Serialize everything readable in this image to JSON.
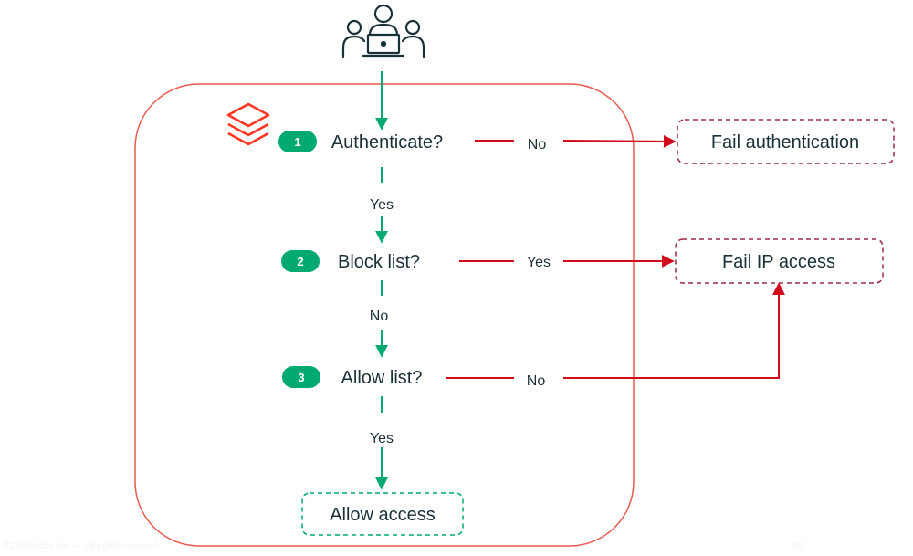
{
  "colors": {
    "green": "#00a972",
    "red": "#d10a1c",
    "container": "#e85a4f",
    "dark_red_dash": "#9c2b46",
    "text": "#1b3139",
    "icon": "#1b3139",
    "logo": "#ff3621"
  },
  "icons": {
    "users": "users-laptop-icon",
    "logo": "databricks-logo-icon"
  },
  "steps": [
    {
      "number": "1",
      "question": "Authenticate?"
    },
    {
      "number": "2",
      "question": "Block list?"
    },
    {
      "number": "3",
      "question": "Allow list?"
    }
  ],
  "edges": {
    "auth_down": "Yes",
    "block_down": "No",
    "allow_down": "Yes",
    "auth_right": "No",
    "block_right": "Yes",
    "allow_right": "No"
  },
  "outcomes": {
    "fail_auth": "Fail authentication",
    "fail_ip": "Fail IP access",
    "allow": "Allow access"
  },
  "footer": {
    "copyright": "©Databricks Inc. — All rights reserved",
    "page": "00"
  }
}
